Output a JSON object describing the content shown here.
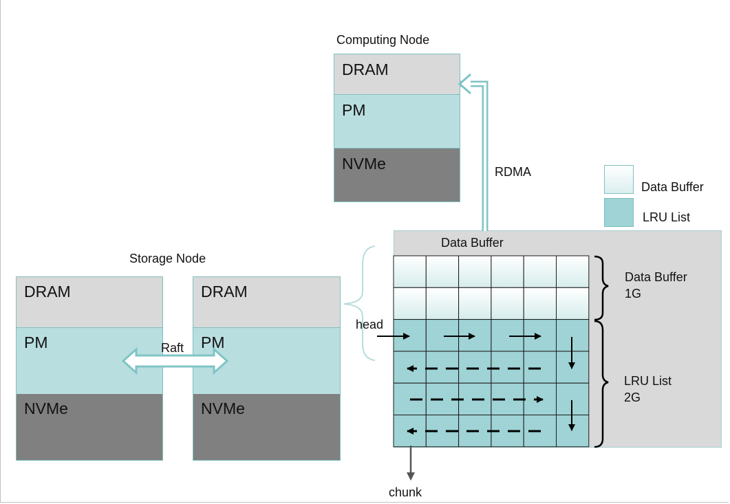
{
  "computing_node": {
    "title": "Computing Node",
    "layers": {
      "dram": "DRAM",
      "pm": "PM",
      "nvme": "NVMe"
    }
  },
  "storage_node": {
    "title": "Storage Node",
    "left": {
      "dram": "DRAM",
      "pm": "PM",
      "nvme": "NVMe"
    },
    "right": {
      "dram": "DRAM",
      "pm": "PM",
      "nvme": "NVMe"
    },
    "link_label": "Raft"
  },
  "rdma_label": "RDMA",
  "legend": {
    "items": [
      {
        "label": "Data Buffer",
        "color": "#eaf5f5"
      },
      {
        "label": "LRU List",
        "color": "#9fd3d5"
      }
    ]
  },
  "buffer_panel": {
    "title": "Data Buffer",
    "grid": {
      "rows": 6,
      "cols": 6,
      "buffer_rows": 2,
      "lru_rows": 4
    },
    "brace_buffer": {
      "line1": "Data Buffer",
      "line2": "1G"
    },
    "brace_lru": {
      "line1": "LRU List",
      "line2": "2G"
    },
    "head_label": "head",
    "chunk_label": "chunk"
  },
  "colors": {
    "dram": "#d9d9d9",
    "pm": "#b9dee0",
    "nvme": "#808080",
    "lru_cell": "#9fd3d5",
    "arrow_outline": "#7fc4c6"
  }
}
